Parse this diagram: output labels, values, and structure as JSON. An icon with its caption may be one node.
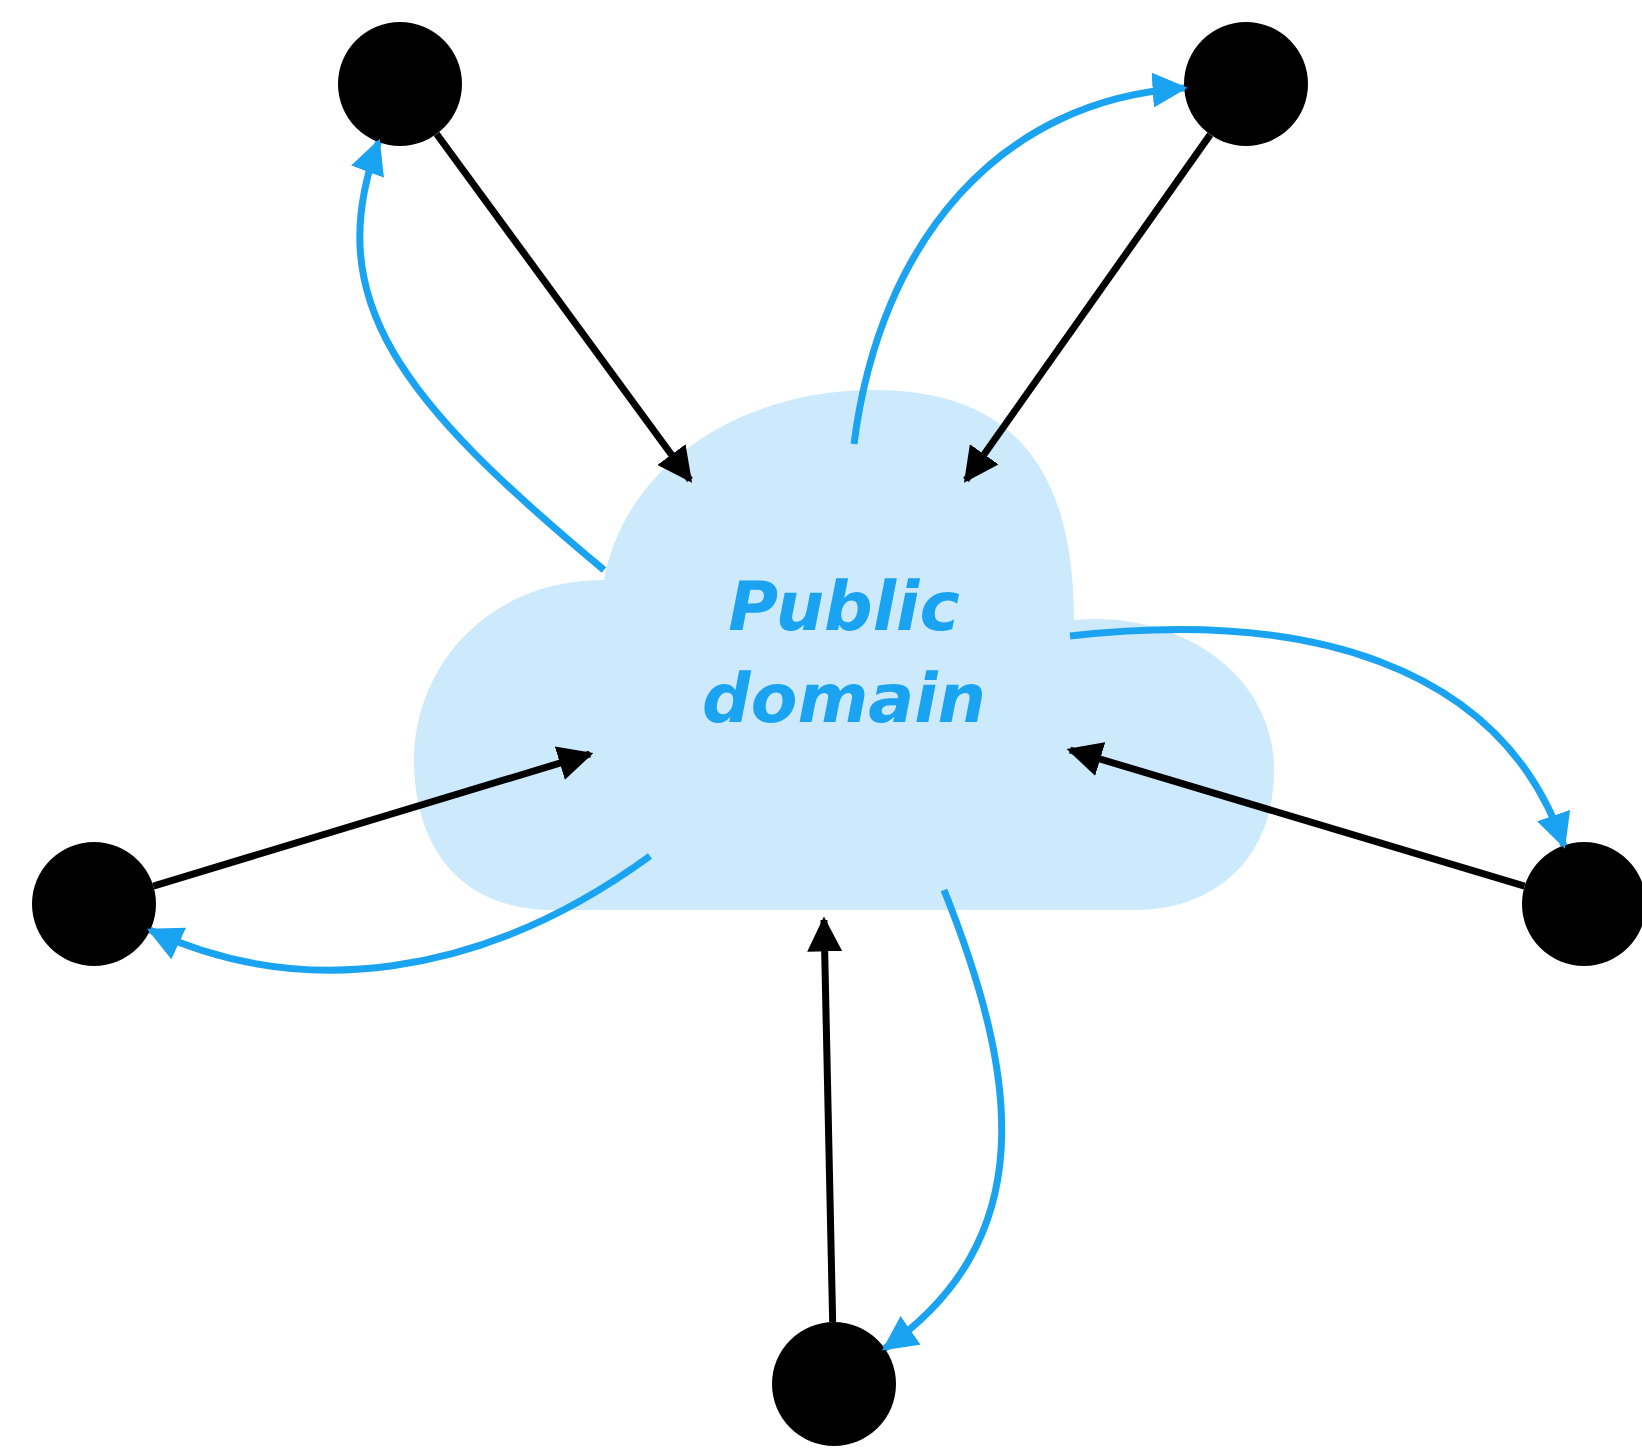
{
  "diagram": {
    "nodes": [
      {
        "text": [
          "Public domain"
        ]
      },
      {
        "text": [],
        "shape": "circle"
      },
      {
        "text": [],
        "shape": "circle"
      },
      {
        "text": [],
        "shape": "circle"
      },
      {
        "text": [],
        "shape": "circle"
      },
      {
        "text": [],
        "shape": "circle"
      }
    ],
    "edges": [
      {
        "from": 1,
        "to": 0,
        "arrow": "to",
        "color": "#000000"
      },
      {
        "from": 0,
        "to": 1,
        "arrow": "to",
        "color": "#1aa3f0"
      },
      {
        "from": 2,
        "to": 0,
        "arrow": "to",
        "color": "#000000"
      },
      {
        "from": 0,
        "to": 2,
        "arrow": "to",
        "color": "#1aa3f0"
      },
      {
        "from": 3,
        "to": 0,
        "arrow": "to",
        "color": "#000000"
      },
      {
        "from": 0,
        "to": 3,
        "arrow": "to",
        "color": "#1aa3f0"
      },
      {
        "from": 4,
        "to": 0,
        "arrow": "to",
        "color": "#000000"
      },
      {
        "from": 0,
        "to": 4,
        "arrow": "to",
        "color": "#1aa3f0"
      },
      {
        "from": 5,
        "to": 0,
        "arrow": "to",
        "color": "#000000"
      },
      {
        "from": 0,
        "to": 5,
        "arrow": "to",
        "color": "#1aa3f0"
      }
    ]
  }
}
